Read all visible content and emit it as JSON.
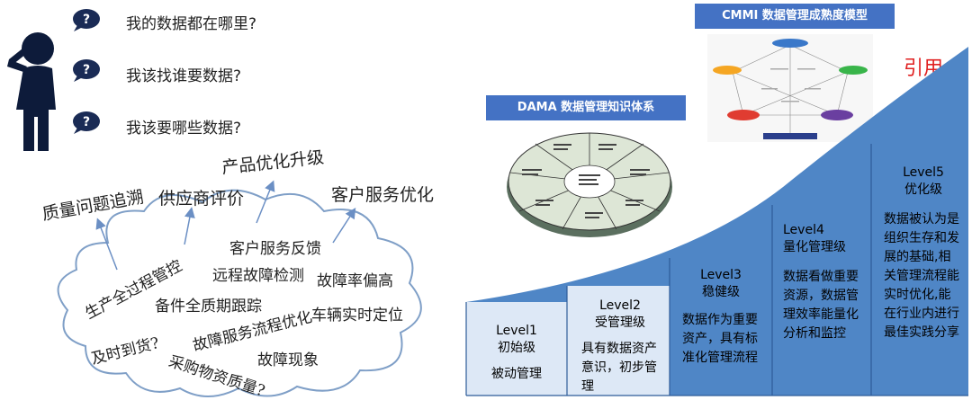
{
  "questions": [
    "我的数据都在哪里?",
    "我该找谁要数据?",
    "我该要哪些数据?"
  ],
  "cloud": {
    "top_labels": [
      "质量问题追溯",
      "供应商评价",
      "产品优化升级",
      "客户服务优化"
    ],
    "inner_labels": [
      "生产全过程管控",
      "客户服务反馈",
      "远程故障检测",
      "故障率偏高",
      "备件全质期跟踪",
      "故障服务流程优化",
      "车辆实时定位",
      "及时到货?",
      "故障现象",
      "采购物资质量?"
    ]
  },
  "dama_title": "DAMA 数据管理知识体系",
  "cmmi_title": "CMMI 数据管理成熟度模型",
  "cite_label": "引用",
  "levels": [
    {
      "code": "Level1",
      "name": "初始级",
      "desc": "被动管理"
    },
    {
      "code": "Level2",
      "name": "受管理级",
      "desc": "具有数据资产意识，初步管理"
    },
    {
      "code": "Level3",
      "name": "稳健级",
      "desc": "数据作为重要资产，具有标准化管理流程"
    },
    {
      "code": "Level4",
      "name": "量化管理级",
      "desc": "数据看做重要资源，数据管理效率能量化分析和监控"
    },
    {
      "code": "Level5",
      "name": "优化级",
      "desc": "数据被认为是组织生存和发展的基础,相关管理流程能实时优化,能在行业内进行最佳实践分享"
    }
  ],
  "colors": {
    "banner": "#4472c4",
    "level_light": "#dde8f6",
    "level_dark": "#4f86c6",
    "cite_red": "#e02020"
  }
}
